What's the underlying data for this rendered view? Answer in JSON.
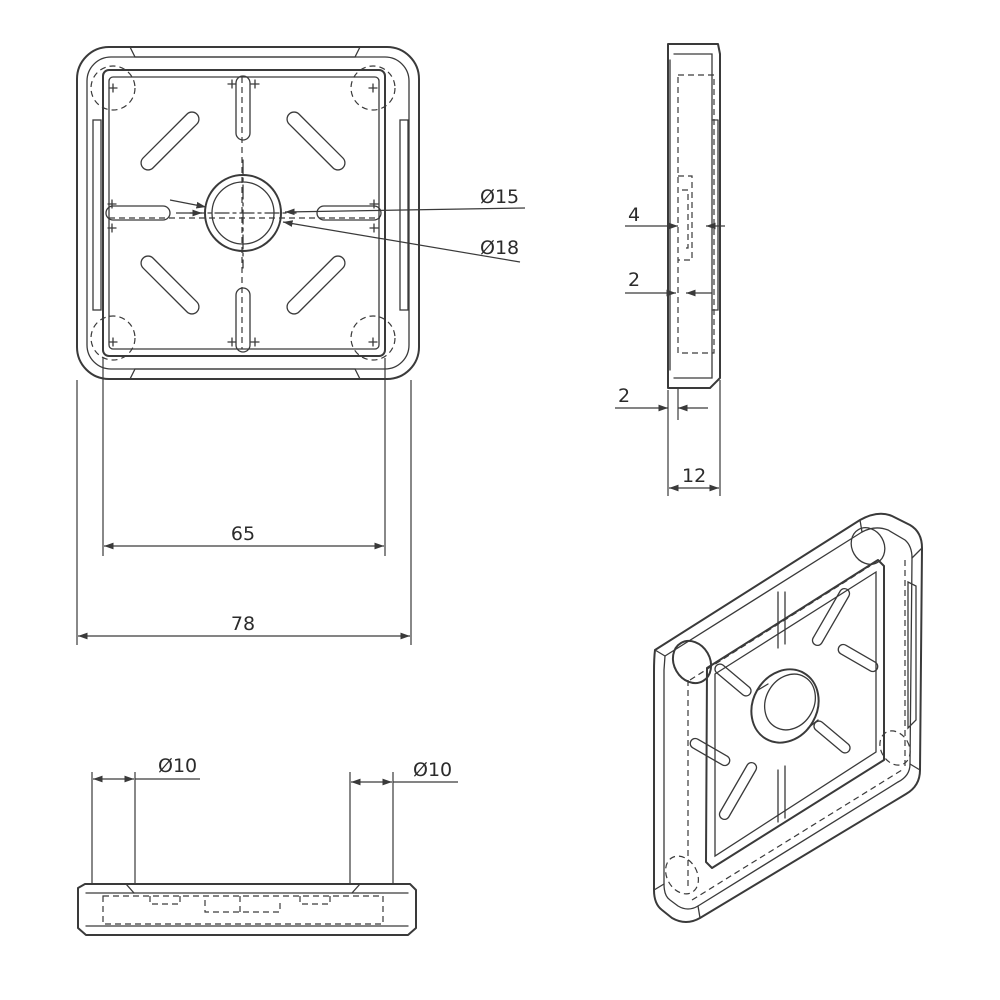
{
  "dimensions": {
    "inner_width": "65",
    "outer_width": "78",
    "bore_inner_diameter": "Ø15",
    "bore_outer_diameter": "Ø18",
    "side_wall_gap": "4",
    "side_rib_thickness": "2",
    "side_base_thickness": "2",
    "side_total_height": "12",
    "corner_hole_left": "Ø10",
    "corner_hole_right": "Ø10"
  },
  "colors": {
    "line": "#3a3a3a",
    "background": "#ffffff"
  }
}
